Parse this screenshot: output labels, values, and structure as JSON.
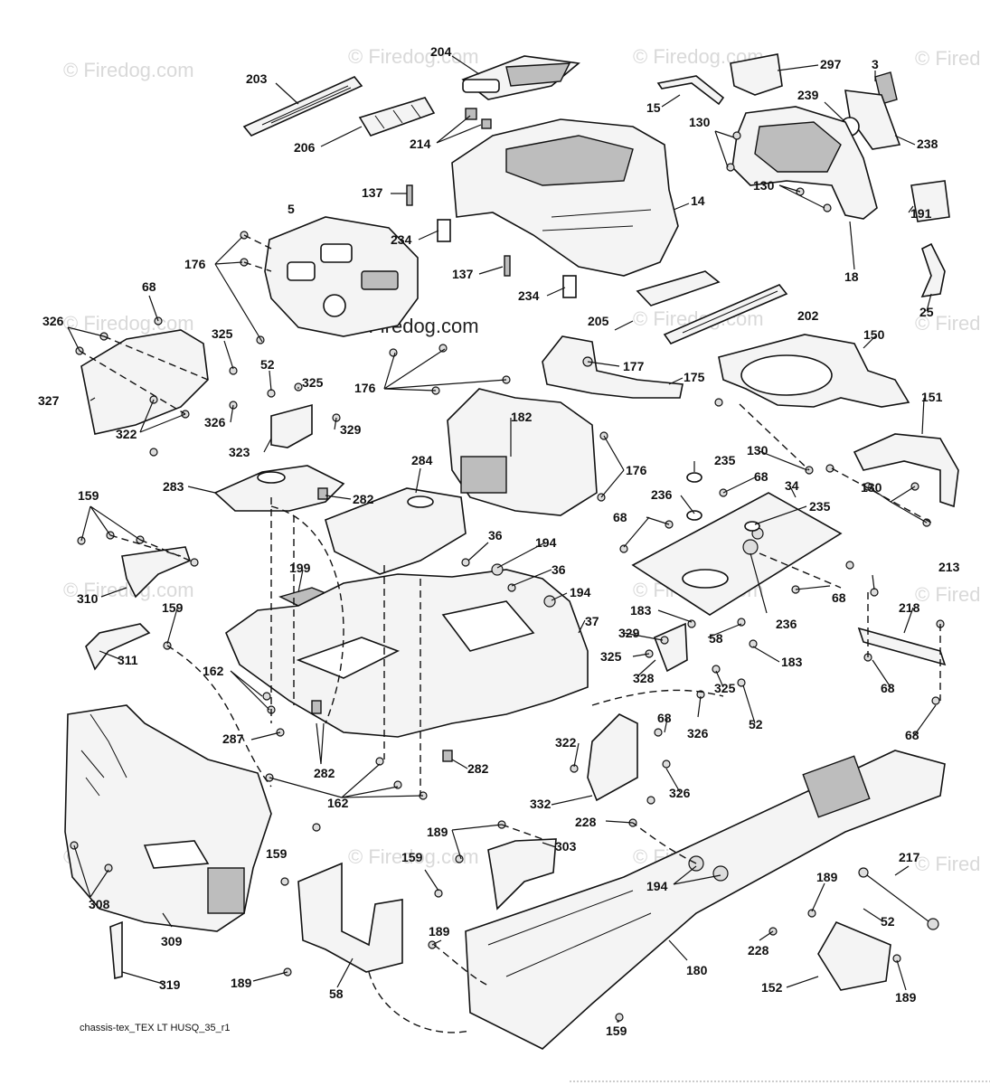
{
  "watermarks": {
    "text": "© Firedog.com",
    "corner_text": "© Fired"
  },
  "caption": "chassis-tex_TEX LT HUSQ_35_r1",
  "callouts": {
    "c203": "203",
    "c204": "204",
    "c206": "206",
    "c214": "214",
    "c297": "297",
    "c3": "3",
    "c15": "15",
    "c239": "239",
    "c130a": "130",
    "c238": "238",
    "c137a": "137",
    "c5": "5",
    "c234a": "234",
    "c14": "14",
    "c130b": "130",
    "c191": "191",
    "c18": "18",
    "c176a": "176",
    "c137b": "137",
    "c234b": "234",
    "c25": "25",
    "c68a": "68",
    "c326a": "326",
    "c325a": "325",
    "c205": "205",
    "c202": "202",
    "c150": "150",
    "c52a": "52",
    "c325b": "325",
    "c177": "177",
    "c327": "327",
    "c175": "175",
    "c176b": "176",
    "c322a": "322",
    "c326b": "326",
    "c329a": "329",
    "c182": "182",
    "c130c": "130",
    "c151": "151",
    "c323": "323",
    "c235a": "235",
    "c176c": "176",
    "c284": "284",
    "c68b": "68",
    "c34": "34",
    "c159a": "159",
    "c283": "283",
    "c282a": "282",
    "c236a": "236",
    "c235b": "235",
    "c130d": "130",
    "c36a": "36",
    "c194a": "194",
    "c68c": "68",
    "c199": "199",
    "c36b": "36",
    "c310": "310",
    "c194b": "194",
    "c68d": "68",
    "c213": "213",
    "c183a": "183",
    "c58a": "58",
    "c236b": "236",
    "c159b": "159",
    "c218": "218",
    "c37": "37",
    "c329b": "329",
    "c311": "311",
    "c325c": "325",
    "c183b": "183",
    "c68e": "68",
    "c162a": "162",
    "c328": "328",
    "c325d": "325",
    "c287": "287",
    "c326c": "326",
    "c52b": "52",
    "c68f": "68",
    "c68g": "68",
    "c322b": "322",
    "c282b": "282",
    "c282c": "282",
    "c162b": "162",
    "c326d": "326",
    "c332": "332",
    "c159c": "159",
    "c228a": "228",
    "c189a": "189",
    "c303": "303",
    "c308": "308",
    "c159d": "159",
    "c194c": "194",
    "c217": "217",
    "c189b": "189",
    "c52c": "52",
    "c309": "309",
    "c189c": "189",
    "c228b": "228",
    "c180": "180",
    "c319": "319",
    "c189d": "189",
    "c58b": "58",
    "c152": "152",
    "c189e": "189",
    "c159e": "159"
  }
}
